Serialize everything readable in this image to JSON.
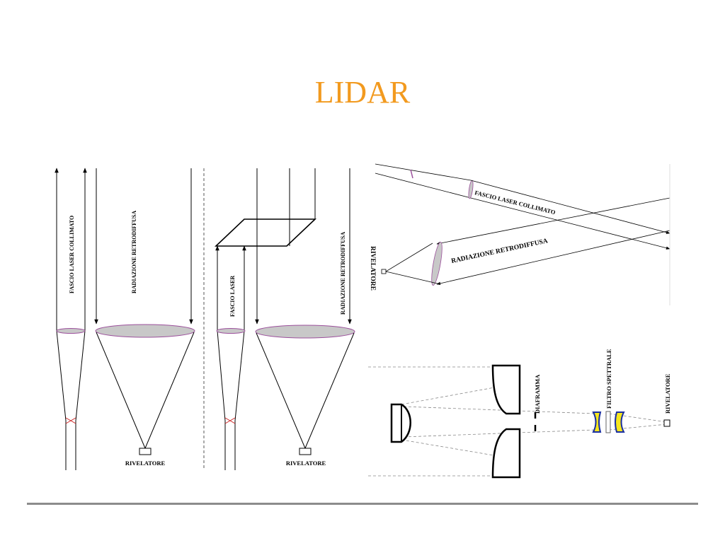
{
  "slide": {
    "title": "LIDAR"
  },
  "labels": {
    "fascio_laser_collimato": "FASCIO LASER COLLIMATO",
    "radiazione_retrodiffusa": "RADIAZIONE RETRODIFFUSA",
    "fascio_laser": "FASCIO LASER",
    "rivelatore": "RIVELATORE",
    "diaframma": "DIAFRAMMA",
    "filtro_spettrale": "FILTRO SPETTRALE"
  },
  "colors": {
    "title": "#f29a1f",
    "lens_fill": "#c8c8c8",
    "lens_edge": "#9b4f9b",
    "filter_yellow": "#f5e61e",
    "filter_blue": "#1a2fa0",
    "rule": "#8c8c8c"
  }
}
